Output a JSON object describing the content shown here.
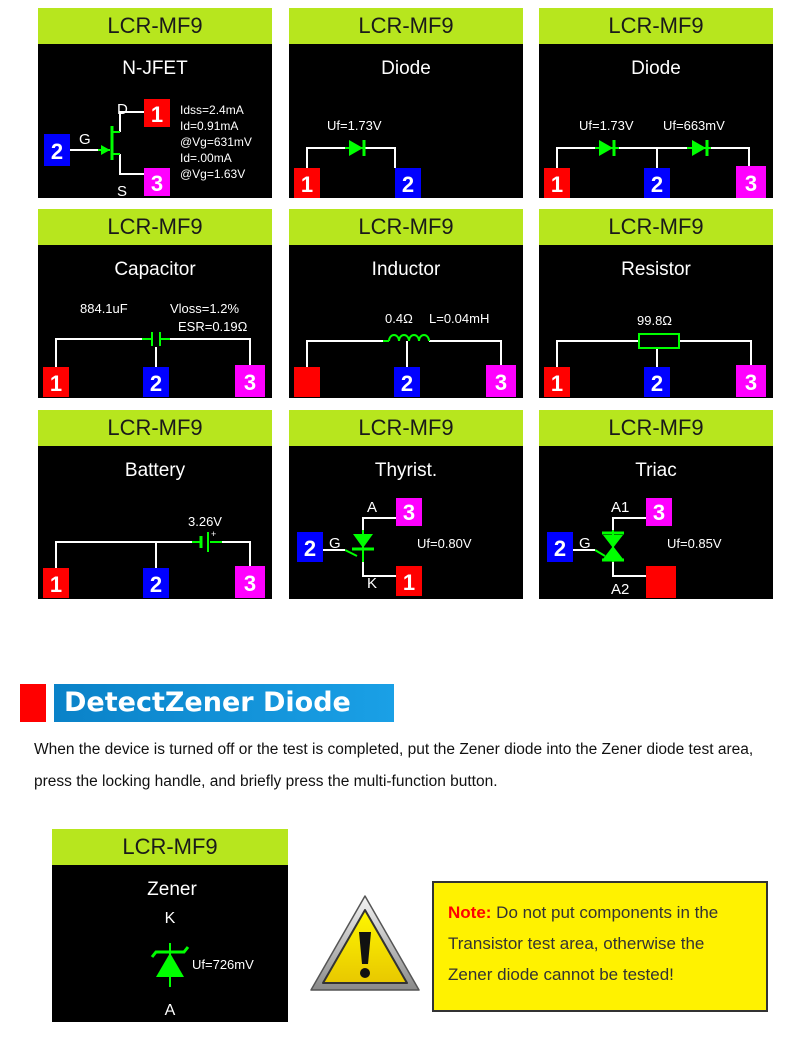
{
  "device_name": "LCR-MF9",
  "screens": {
    "njfet": {
      "title": "N-JFET",
      "pins": {
        "drain": "1",
        "gate": "2",
        "source": "3"
      },
      "labels": {
        "d": "D",
        "g": "G",
        "s": "S"
      },
      "lines": [
        "Idss=2.4mA",
        "Id=0.91mA",
        "@Vg=631mV",
        "Id=.00mA",
        "@Vg=1.63V"
      ]
    },
    "diode1": {
      "title": "Diode",
      "uf": "Uf=1.73V",
      "pins": [
        "1",
        "2"
      ]
    },
    "diode2": {
      "title": "Diode",
      "uf1": "Uf=1.73V",
      "uf2": "Uf=663mV",
      "pins": [
        "1",
        "2",
        "3"
      ]
    },
    "capacitor": {
      "title": "Capacitor",
      "value": "884.1uF",
      "vloss": "Vloss=1.2%",
      "esr": "ESR=0.19Ω",
      "pins": [
        "1",
        "2",
        "3"
      ]
    },
    "inductor": {
      "title": "Inductor",
      "resistance": "0.4Ω",
      "inductance": "L=0.04mH",
      "pins": [
        "",
        "2",
        "3"
      ]
    },
    "resistor": {
      "title": "Resistor",
      "value": "99.8Ω",
      "pins": [
        "1",
        "2",
        "3"
      ]
    },
    "battery": {
      "title": "Battery",
      "voltage": "3.26V",
      "pins": [
        "1",
        "2",
        "3"
      ]
    },
    "thyristor": {
      "title": "Thyrist.",
      "uf": "Uf=0.80V",
      "labels": {
        "a": "A",
        "g": "G",
        "k": "K"
      },
      "pins": {
        "anode": "3",
        "gate": "2",
        "cathode": "1"
      }
    },
    "triac": {
      "title": "Triac",
      "uf": "Uf=0.85V",
      "labels": {
        "a1": "A1",
        "g": "G",
        "a2": "A2"
      },
      "pins": {
        "a1": "3",
        "gate": "2",
        "a2": ""
      }
    },
    "zener": {
      "title": "Zener",
      "k_label": "K",
      "a_label": "A",
      "uf": "Uf=726mV"
    }
  },
  "section": {
    "title": "DetectZener Diode"
  },
  "description": "When the device is turned off or the test is completed, put the Zener diode into the Zener diode test area, press the locking handle, and briefly press the multi-function button.",
  "note": {
    "label": "Note:",
    "text": " Do not put components in the Transistor test area, otherwise the Zener diode cannot be tested!"
  },
  "colors": {
    "header_green": "#b7e61e",
    "pin1_red": "#ff0000",
    "pin2_blue": "#0000ff",
    "pin3_magenta": "#ff00ff",
    "component_green": "#00ff00",
    "banner_blue": "#1aa0e6",
    "note_yellow": "#fff200",
    "warning_icon": "warning-triangle-icon"
  }
}
